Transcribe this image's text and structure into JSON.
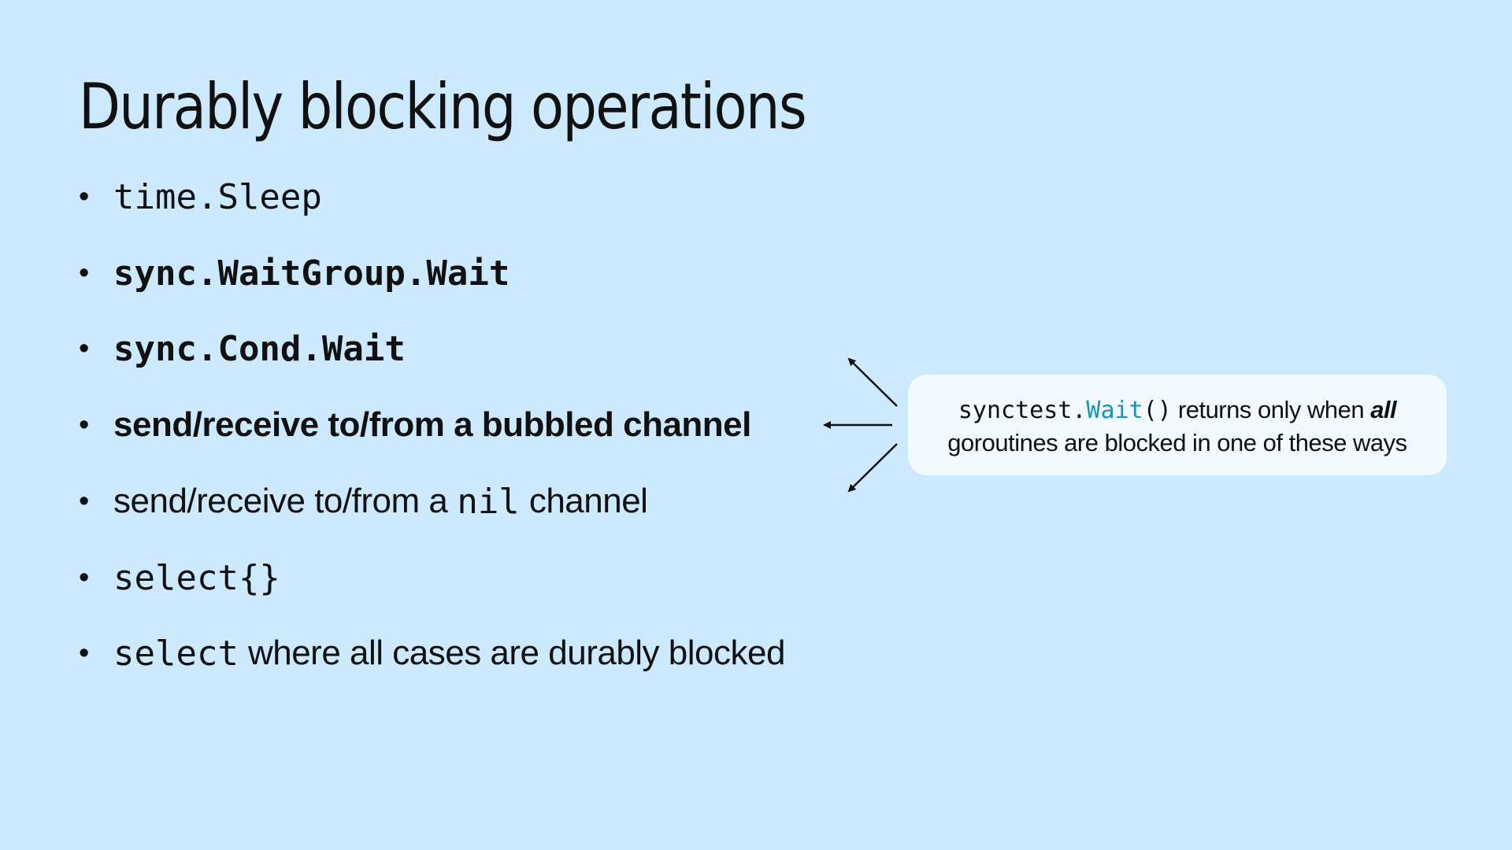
{
  "slide": {
    "title": "Durably blocking operations"
  },
  "bullets": {
    "dot": "•",
    "item1_code": "time.Sleep",
    "item2_code": "sync.WaitGroup.Wait",
    "item3_code": "sync.Cond.Wait",
    "item4_text": "send/receive to/from a bubbled channel",
    "item5_text_before": "send/receive to/from a",
    "item5_code": "nil",
    "item5_text_after": "channel",
    "item6_code": "select{}",
    "item7_code": "select",
    "item7_text": "where all cases are durably blocked"
  },
  "callout": {
    "code_prefix": "synctest.",
    "code_func": "Wait",
    "code_parens": "()",
    "text_mid": "returns only when",
    "emphasis": "all",
    "line2": "goroutines are blocked in one of these ways"
  },
  "colors": {
    "background": "#cde9fd",
    "callout_background": "#f2f9ff",
    "code_accent": "#1596b8",
    "text": "#111111"
  }
}
